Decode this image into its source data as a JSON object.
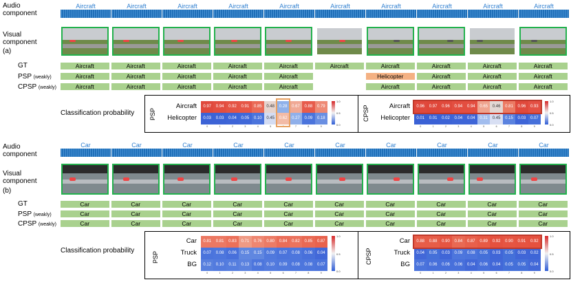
{
  "a": {
    "tag": "(a)",
    "labels": {
      "audio": [
        "Audio",
        "component"
      ],
      "visual": [
        "Visual",
        "component"
      ],
      "gt": "GT",
      "psp": "PSP",
      "cpsp": "CPSP",
      "weakly": "(weakly)",
      "classprob": "Classification probability"
    },
    "audio_segments": [
      "Aircraft",
      "Aircraft",
      "Aircraft",
      "Aircraft",
      "Aircraft",
      "Aircraft",
      "Aircraft",
      "Aircraft",
      "Aircraft",
      "Aircraft"
    ],
    "visual_frames": [
      {
        "green": true
      },
      {
        "green": true
      },
      {
        "green": true
      },
      {
        "green": true
      },
      {
        "green": true
      },
      {
        "green": false
      },
      {
        "green": true
      },
      {
        "green": true
      },
      {
        "green": false
      },
      {
        "green": true
      }
    ],
    "gt": [
      "Aircraft",
      "Aircraft",
      "Aircraft",
      "Aircraft",
      "Aircraft",
      "Aircraft",
      "Aircraft",
      "Aircraft",
      "Aircraft",
      "Aircraft"
    ],
    "psp": [
      "Aircraft",
      "Aircraft",
      "Aircraft",
      "Aircraft",
      "Aircraft",
      "",
      "Helicopter",
      "Aircraft",
      "Aircraft",
      "Aircraft"
    ],
    "cpsp": [
      "Aircraft",
      "Aircraft",
      "Aircraft",
      "Aircraft",
      "Aircraft",
      "",
      "Aircraft",
      "Aircraft",
      "Aircraft",
      "Aircraft"
    ],
    "psp_heatmap": {
      "side": "PSP",
      "rows": [
        "Aircraft",
        "Helicopter"
      ],
      "values": [
        [
          "0.97",
          "0.94",
          "0.92",
          "0.91",
          "0.85",
          "0.48",
          "0.28",
          "0.67",
          "0.88",
          "0.79"
        ],
        [
          "0.03",
          "0.03",
          "0.04",
          "0.05",
          "0.10",
          "0.45",
          "0.62",
          "0.27",
          "0.09",
          "0.18"
        ]
      ],
      "colors": [
        [
          "#e0493c",
          "#e34e40",
          "#e55444",
          "#e65646",
          "#ea6a56",
          "#e6d4ce",
          "#8fb1ea",
          "#f0a995",
          "#e75b4b",
          "#ee8a75"
        ],
        [
          "#3c63d6",
          "#3c63d6",
          "#3e65d7",
          "#4068d8",
          "#4b74dc",
          "#d4dcf2",
          "#f2bba7",
          "#90b0ea",
          "#4b74dc",
          "#6a8fe2"
        ]
      ],
      "ticks": [
        "0",
        "1",
        "2",
        "3",
        "4",
        "5",
        "6",
        "7",
        "8",
        "9"
      ],
      "cbar": [
        "1.0",
        "0.5",
        "0.0"
      ]
    },
    "cpsp_heatmap": {
      "side": "CPSP",
      "rows": [
        "Aircraft",
        "Helicopter"
      ],
      "values": [
        [
          "0.96",
          "0.97",
          "0.96",
          "0.94",
          "0.94",
          "0.65",
          "0.46",
          "0.81",
          "0.96",
          "0.93"
        ],
        [
          "0.01",
          "0.01",
          "0.02",
          "0.04",
          "0.04",
          "0.31",
          "0.45",
          "0.15",
          "0.03",
          "0.07"
        ]
      ],
      "colors": [
        [
          "#e0493c",
          "#df473a",
          "#e0493c",
          "#e34e40",
          "#e34e40",
          "#efa48f",
          "#e3d7d3",
          "#ec7a63",
          "#e0493c",
          "#e45044"
        ],
        [
          "#3a61d5",
          "#3a61d5",
          "#3c63d6",
          "#3e65d7",
          "#3e65d7",
          "#a2bdee",
          "#d8dff3",
          "#5a82df",
          "#3e65d7",
          "#4670da"
        ]
      ],
      "ticks": [
        "0",
        "1",
        "2",
        "3",
        "4",
        "5",
        "6",
        "7",
        "8",
        "9"
      ],
      "cbar": [
        "1.0",
        "0.5",
        "0.0"
      ]
    }
  },
  "b": {
    "tag": "(b)",
    "labels": {
      "audio": [
        "Audio",
        "component"
      ],
      "visual": [
        "Visual",
        "component"
      ],
      "gt": "GT",
      "psp": "PSP",
      "cpsp": "CPSP",
      "weakly": "(weakly)",
      "classprob": "Classification probability"
    },
    "audio_segments": [
      "Car",
      "Car",
      "Car",
      "Car",
      "Car",
      "Car",
      "Car",
      "Car",
      "Car",
      "Car"
    ],
    "gt": [
      "Car",
      "Car",
      "Car",
      "Car",
      "Car",
      "Car",
      "Car",
      "Car",
      "Car",
      "Car"
    ],
    "psp": [
      "Car",
      "Car",
      "Car",
      "Car",
      "Car",
      "Car",
      "Car",
      "Car",
      "Car",
      "Car"
    ],
    "cpsp": [
      "Car",
      "Car",
      "Car",
      "Car",
      "Car",
      "Car",
      "Car",
      "Car",
      "Car",
      "Car"
    ],
    "psp_heatmap": {
      "side": "PSP",
      "rows": [
        "Car",
        "Truck",
        "BG"
      ],
      "values": [
        [
          "0.81",
          "0.81",
          "0.83",
          "0.71",
          "0.76",
          "0.80",
          "0.84",
          "0.82",
          "0.85",
          "0.87"
        ],
        [
          "0.07",
          "0.08",
          "0.06",
          "0.15",
          "0.15",
          "0.09",
          "0.07",
          "0.08",
          "0.06",
          "0.04"
        ],
        [
          "0.12",
          "0.10",
          "0.11",
          "0.13",
          "0.08",
          "0.10",
          "0.09",
          "0.08",
          "0.08",
          "0.07"
        ]
      ],
      "colors": [
        [
          "#ec7862",
          "#ec7862",
          "#eb705a",
          "#ef9a84",
          "#ee8670",
          "#ec7b65",
          "#ea6d58",
          "#eb735e",
          "#e96953",
          "#e8624d"
        ],
        [
          "#4b74dc",
          "#4d76dd",
          "#4870db",
          "#6087e0",
          "#6087e0",
          "#5079dd",
          "#4b74dc",
          "#4d76dd",
          "#4870db",
          "#4268d8"
        ],
        [
          "#5880de",
          "#537bde",
          "#557edf",
          "#5b82df",
          "#4d76dd",
          "#537bde",
          "#5079dd",
          "#4d76dd",
          "#4d76dd",
          "#4b74dc"
        ]
      ],
      "ticks": [
        "0",
        "1",
        "2",
        "3",
        "4",
        "5",
        "6",
        "7",
        "8",
        "9"
      ],
      "cbar": [
        "1.0",
        "0.5",
        "0.0"
      ]
    },
    "cpsp_heatmap": {
      "side": "CPSP",
      "rows": [
        "Car",
        "Truck",
        "BG"
      ],
      "values": [
        [
          "0.88",
          "0.88",
          "0.90",
          "0.84",
          "0.87",
          "0.89",
          "0.92",
          "0.90",
          "0.91",
          "0.92"
        ],
        [
          "0.04",
          "0.05",
          "0.03",
          "0.09",
          "0.08",
          "0.05",
          "0.03",
          "0.05",
          "0.03",
          "0.02"
        ],
        [
          "0.07",
          "0.06",
          "0.06",
          "0.06",
          "0.04",
          "0.06",
          "0.04",
          "0.05",
          "0.05",
          "0.04"
        ]
      ],
      "colors": [
        [
          "#e75d48",
          "#e75d48",
          "#e65542",
          "#e96953",
          "#e8604b",
          "#e75a45",
          "#e5513f",
          "#e65542",
          "#e55341",
          "#e5513f"
        ],
        [
          "#4268d8",
          "#4470d9",
          "#4066d7",
          "#4d76dd",
          "#4b74dc",
          "#4470d9",
          "#4066d7",
          "#4470d9",
          "#4066d7",
          "#3e65d7"
        ],
        [
          "#4b74dc",
          "#4870db",
          "#4870db",
          "#4870db",
          "#4268d8",
          "#4870db",
          "#4268d8",
          "#4470d9",
          "#4470d9",
          "#4268d8"
        ]
      ],
      "ticks": [
        "0",
        "1",
        "2",
        "3",
        "4",
        "5",
        "6",
        "7",
        "8",
        "9"
      ],
      "cbar": [
        "1.0",
        "0.5",
        "0.0"
      ]
    }
  }
}
